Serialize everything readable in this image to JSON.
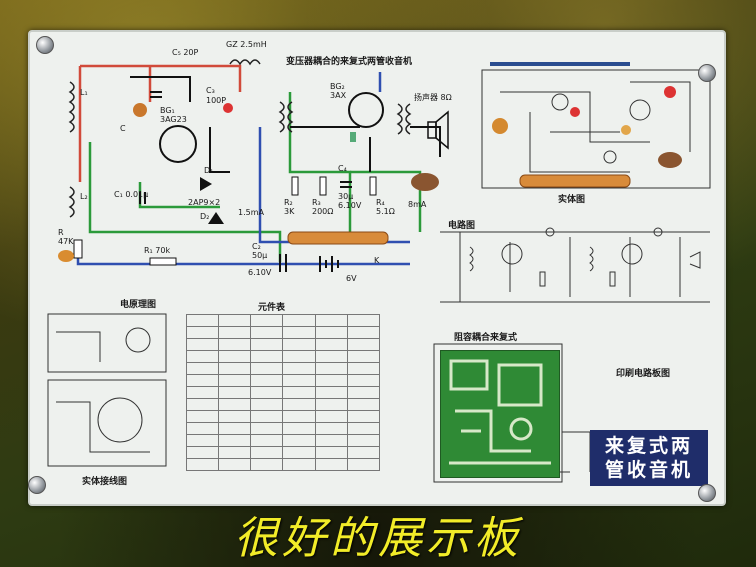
{
  "caption": "很好的展示板",
  "nameplate": {
    "line1": "来复式两",
    "line2": "管收音机"
  },
  "labels": {
    "board_title": "变压器耦合的来复式两管收音机",
    "schematic_title": "电原理图",
    "parts_table_title": "元件表",
    "wiring_title": "实体接线图",
    "physical_title": "实体图",
    "circuit_title": "电路图",
    "coupling_title": "阻容耦合来复式",
    "pcb_title": "印刷电路板图"
  },
  "components": {
    "c5": "C₅ 20P",
    "gz": "GZ 2.5mH",
    "bg1": "BG₁",
    "bg1_model": "3AG23",
    "c3": "C₃",
    "c3_value": "100P",
    "c": "C",
    "l1": "L₁",
    "l2": "L₂",
    "c1": "C₁ 0.01μ",
    "d1": "D₁",
    "d2": "D₂",
    "d_model": "2AP9×2",
    "bg2": "BG₂",
    "bg2_model": "3AX",
    "speaker": "扬声器 8Ω",
    "r2": "R₂",
    "r2_value": "3K",
    "r3": "R₃",
    "r3_value": "200Ω",
    "c4": "C₄",
    "c4_value": "30μ",
    "c4_voltage": "6.10V",
    "r4": "R₄",
    "r4_value": "5.1Ω",
    "current1": "1.5mA",
    "current2": "8mA",
    "r": "R",
    "r_value": "47K",
    "r1": "R₁ 70k",
    "c2": "C₂",
    "c2_value": "50μ",
    "c2_voltage": "6.10V",
    "battery": "6V",
    "k": "K"
  }
}
